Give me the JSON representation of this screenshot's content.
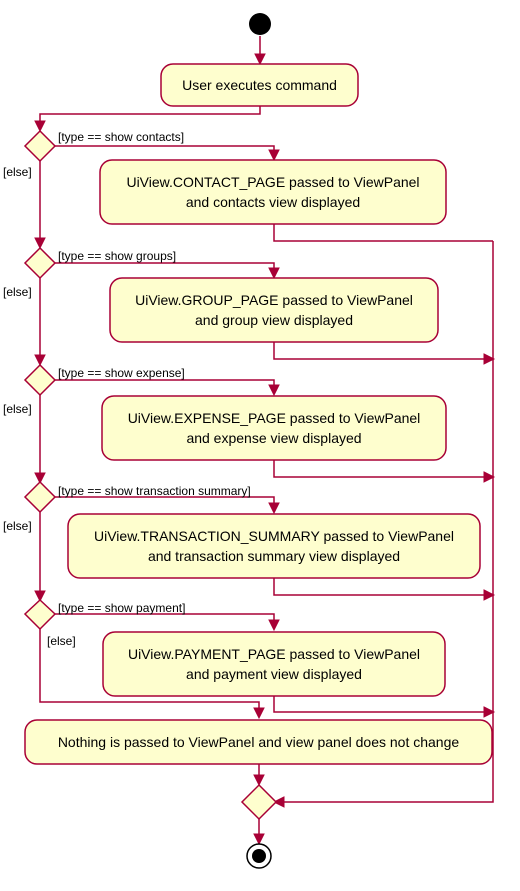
{
  "diagram": {
    "start_label": "",
    "first_action": "User executes command",
    "branches": [
      {
        "guard": "[type == show contacts]",
        "else": "[else]",
        "action": [
          "UiView.CONTACT_PAGE passed to ViewPanel",
          "and contacts view displayed"
        ]
      },
      {
        "guard": "[type == show groups]",
        "else": "[else]",
        "action": [
          "UiView.GROUP_PAGE passed to ViewPanel",
          "and group view displayed"
        ]
      },
      {
        "guard": "[type == show expense]",
        "else": "[else]",
        "action": [
          "UiView.EXPENSE_PAGE passed to ViewPanel",
          "and expense view displayed"
        ]
      },
      {
        "guard": "[type == show transaction summary]",
        "else": "[else]",
        "action": [
          "UiView.TRANSACTION_SUMMARY passed to ViewPanel",
          "and transaction summary view displayed"
        ]
      },
      {
        "guard": "[type == show payment]",
        "else": "[else]",
        "action": [
          "UiView.PAYMENT_PAGE passed to ViewPanel",
          "and payment view displayed"
        ]
      }
    ],
    "final_action": "Nothing is passed to ViewPanel and view panel does not change"
  },
  "colors": {
    "stroke": "#A80036",
    "fill": "#FEFECE",
    "start": "#000000"
  }
}
